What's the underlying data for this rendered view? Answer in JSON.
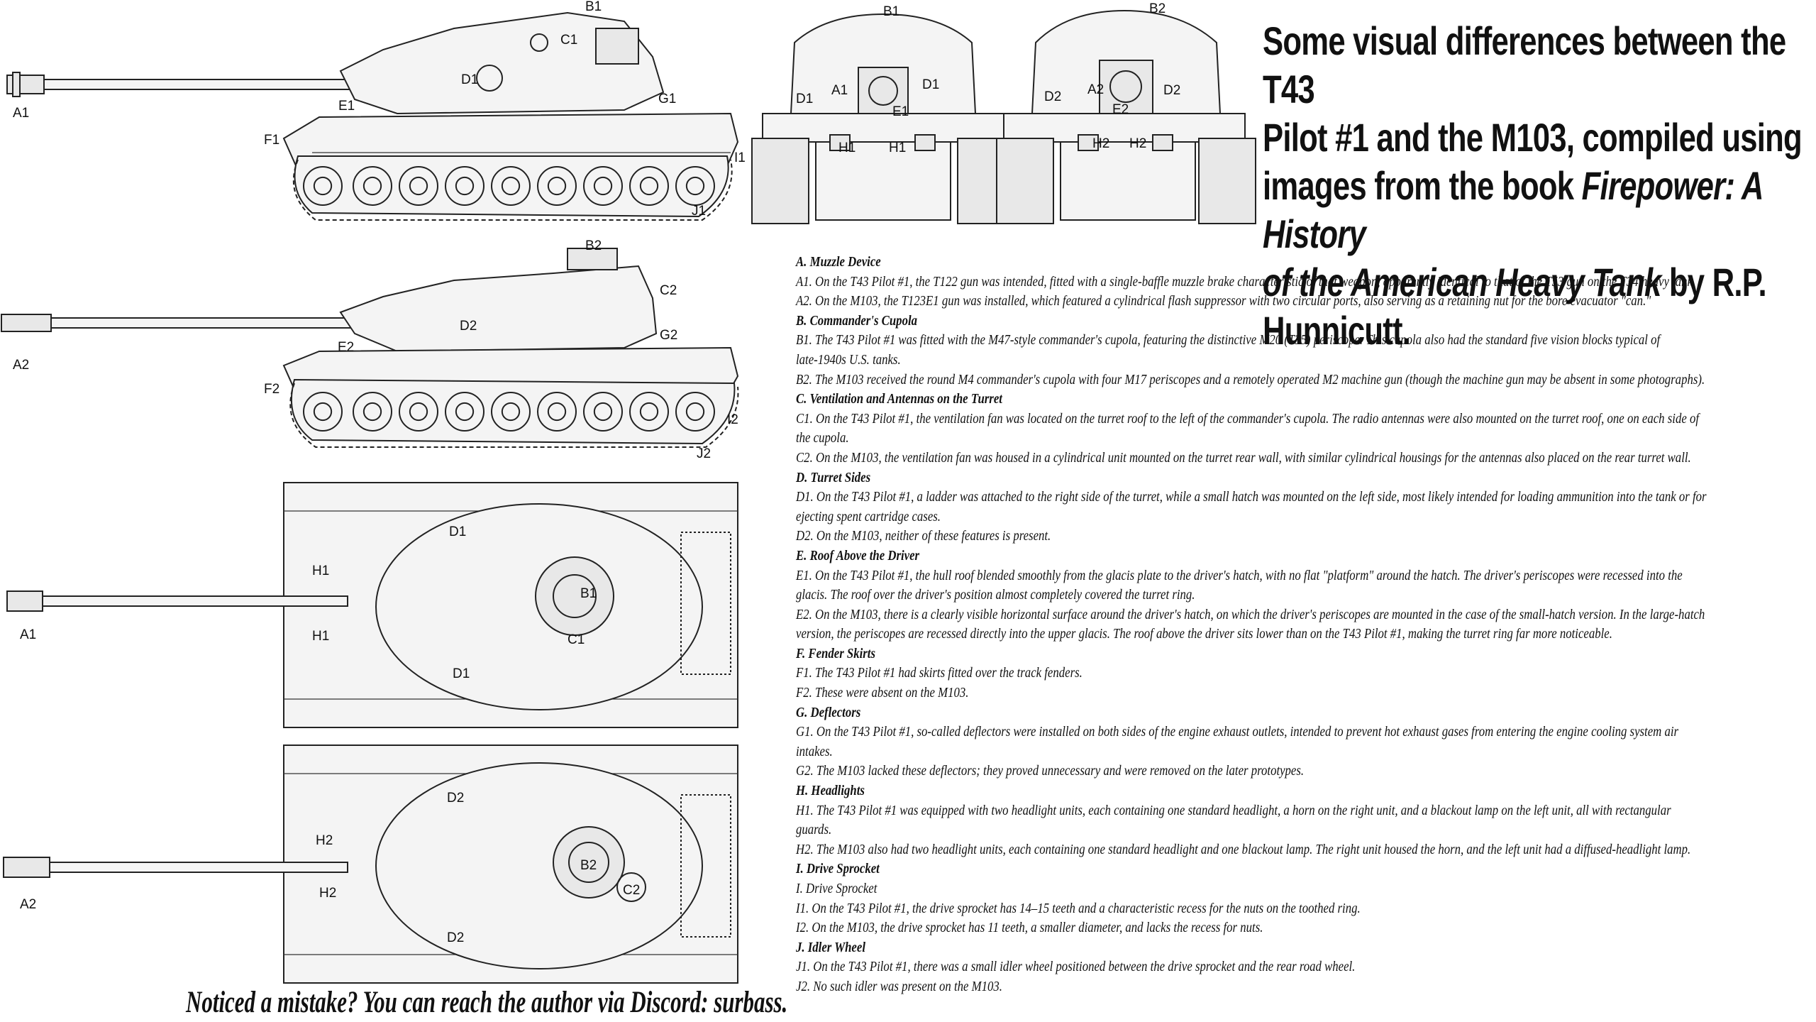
{
  "headline": {
    "line1": "Some visual differences between the T43",
    "line2": "Pilot #1 and the M103, compiled using",
    "line3_prefix": "images from the book ",
    "line3_italic": "Firepower: A History",
    "line4_italic": "of the American Heavy Tank",
    "line4_suffix": " by R.P.",
    "line5": "Hunnicutt."
  },
  "drawing_labels": {
    "A1": "A1",
    "A2": "A2",
    "B1": "B1",
    "B2": "B2",
    "C1": "C1",
    "C2": "C2",
    "D1": "D1",
    "D2": "D2",
    "E1": "E1",
    "E2": "E2",
    "F1": "F1",
    "F2": "F2",
    "G1": "G1",
    "G2": "G2",
    "H1": "H1",
    "H2": "H2",
    "I1": "I1",
    "I2": "I2",
    "J1": "J1",
    "J2": "J2"
  },
  "sections": [
    {
      "title": "A. Muzzle Device",
      "lines": [
        "A1. On the T43 Pilot #1, the T122 gun was intended, fitted with a single-baffle muzzle brake characteristic of that weapon, apparently identical to that of the T53 gun on the T34 heavy tank.",
        "A2. On the M103, the T123E1 gun was installed, which featured a cylindrical flash suppressor with two circular ports, also serving as a retaining nut for the bore evacuator \"can.\""
      ]
    },
    {
      "title": "B. Commander's Cupola",
      "lines": [
        "B1. The T43 Pilot #1 was fitted with the M47-style commander's cupola, featuring the distinctive M20 (T35) periscope. This cupola also had the standard five vision blocks typical of",
        "late-1940s U.S. tanks.",
        "B2. The M103 received the round M4 commander's cupola with four M17 periscopes and a remotely operated M2 machine gun (though the machine gun may be absent in some photographs)."
      ]
    },
    {
      "title": "C. Ventilation and Antennas on the Turret",
      "lines": [
        "C1. On the T43 Pilot #1, the ventilation fan was located on the turret roof to the left of the commander's cupola. The radio antennas were also mounted on the turret roof, one on each side of",
        "the cupola.",
        "C2. On the M103, the ventilation fan was housed in a cylindrical unit mounted on the turret rear wall, with similar cylindrical housings for the antennas also placed on the rear turret wall."
      ]
    },
    {
      "title": "D. Turret Sides",
      "lines": [
        "D1. On the T43 Pilot #1, a ladder was attached to the right side of the turret, while a small hatch was mounted on the left side, most likely intended for loading ammunition into the tank or for",
        "ejecting spent cartridge cases.",
        "D2. On the M103, neither of these features is present."
      ]
    },
    {
      "title": "E. Roof Above the Driver",
      "lines": [
        "E1. On the T43 Pilot #1, the hull roof blended smoothly from the glacis plate to the driver's hatch, with no flat \"platform\" around the hatch. The driver's periscopes were recessed into the",
        "glacis. The roof over the driver's position almost completely covered the turret ring.",
        "E2. On the M103, there is a clearly visible horizontal surface around the driver's hatch, on which the driver's periscopes are mounted in the case of the small-hatch version. In the large-hatch",
        "version, the periscopes are recessed directly into the upper glacis. The roof above the driver sits lower than on the T43 Pilot #1, making the turret ring far more noticeable."
      ]
    },
    {
      "title": "F. Fender Skirts",
      "lines": [
        "F1. The T43 Pilot #1 had skirts fitted over the track fenders.",
        "F2. These were absent on the M103."
      ]
    },
    {
      "title": "G. Deflectors",
      "lines": [
        "G1. On the T43 Pilot #1, so-called deflectors were installed on both sides of the engine exhaust outlets, intended to prevent hot exhaust gases from entering the engine cooling system air",
        "intakes.",
        "G2. The M103 lacked these deflectors; they proved unnecessary and were removed on the later prototypes."
      ]
    },
    {
      "title": "H. Headlights",
      "lines": [
        "H1. The T43 Pilot #1 was equipped with two headlight units, each containing one standard headlight, a horn on the right unit, and a blackout lamp on the left unit, all with rectangular",
        "guards.",
        "H2. The M103 also had two headlight units, each containing one standard headlight and one blackout lamp. The right unit housed the horn, and the left unit had a diffused-headlight lamp."
      ]
    },
    {
      "title": "I. Drive Sprocket",
      "lines": [
        "I. Drive Sprocket",
        "I1. On the T43 Pilot #1, the drive sprocket has 14–15 teeth and a characteristic recess for the nuts on the toothed ring.",
        "I2. On the M103, the drive sprocket has 11 teeth, a smaller diameter, and lacks the recess for nuts."
      ]
    },
    {
      "title": "J. Idler Wheel",
      "lines": [
        "J1. On the T43 Pilot #1, there was a small idler wheel positioned between the drive sprocket and the rear road wheel.",
        "J2. No such idler was present on the M103."
      ]
    }
  ],
  "footer": "Noticed a mistake? You can reach the author via Discord: surbass."
}
